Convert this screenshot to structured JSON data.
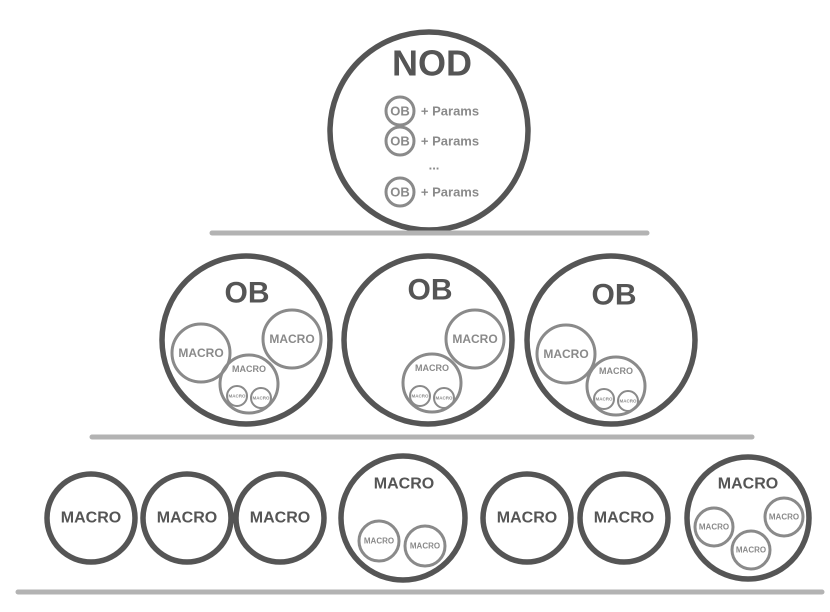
{
  "labels": {
    "nod": "NOD",
    "ob": "OB",
    "macro": "MACRO",
    "params": "+ Params",
    "ellipsis": "..."
  },
  "colors": {
    "dark": "#555555",
    "mid": "#8a8a8a",
    "divider": "#b3b3b3"
  }
}
